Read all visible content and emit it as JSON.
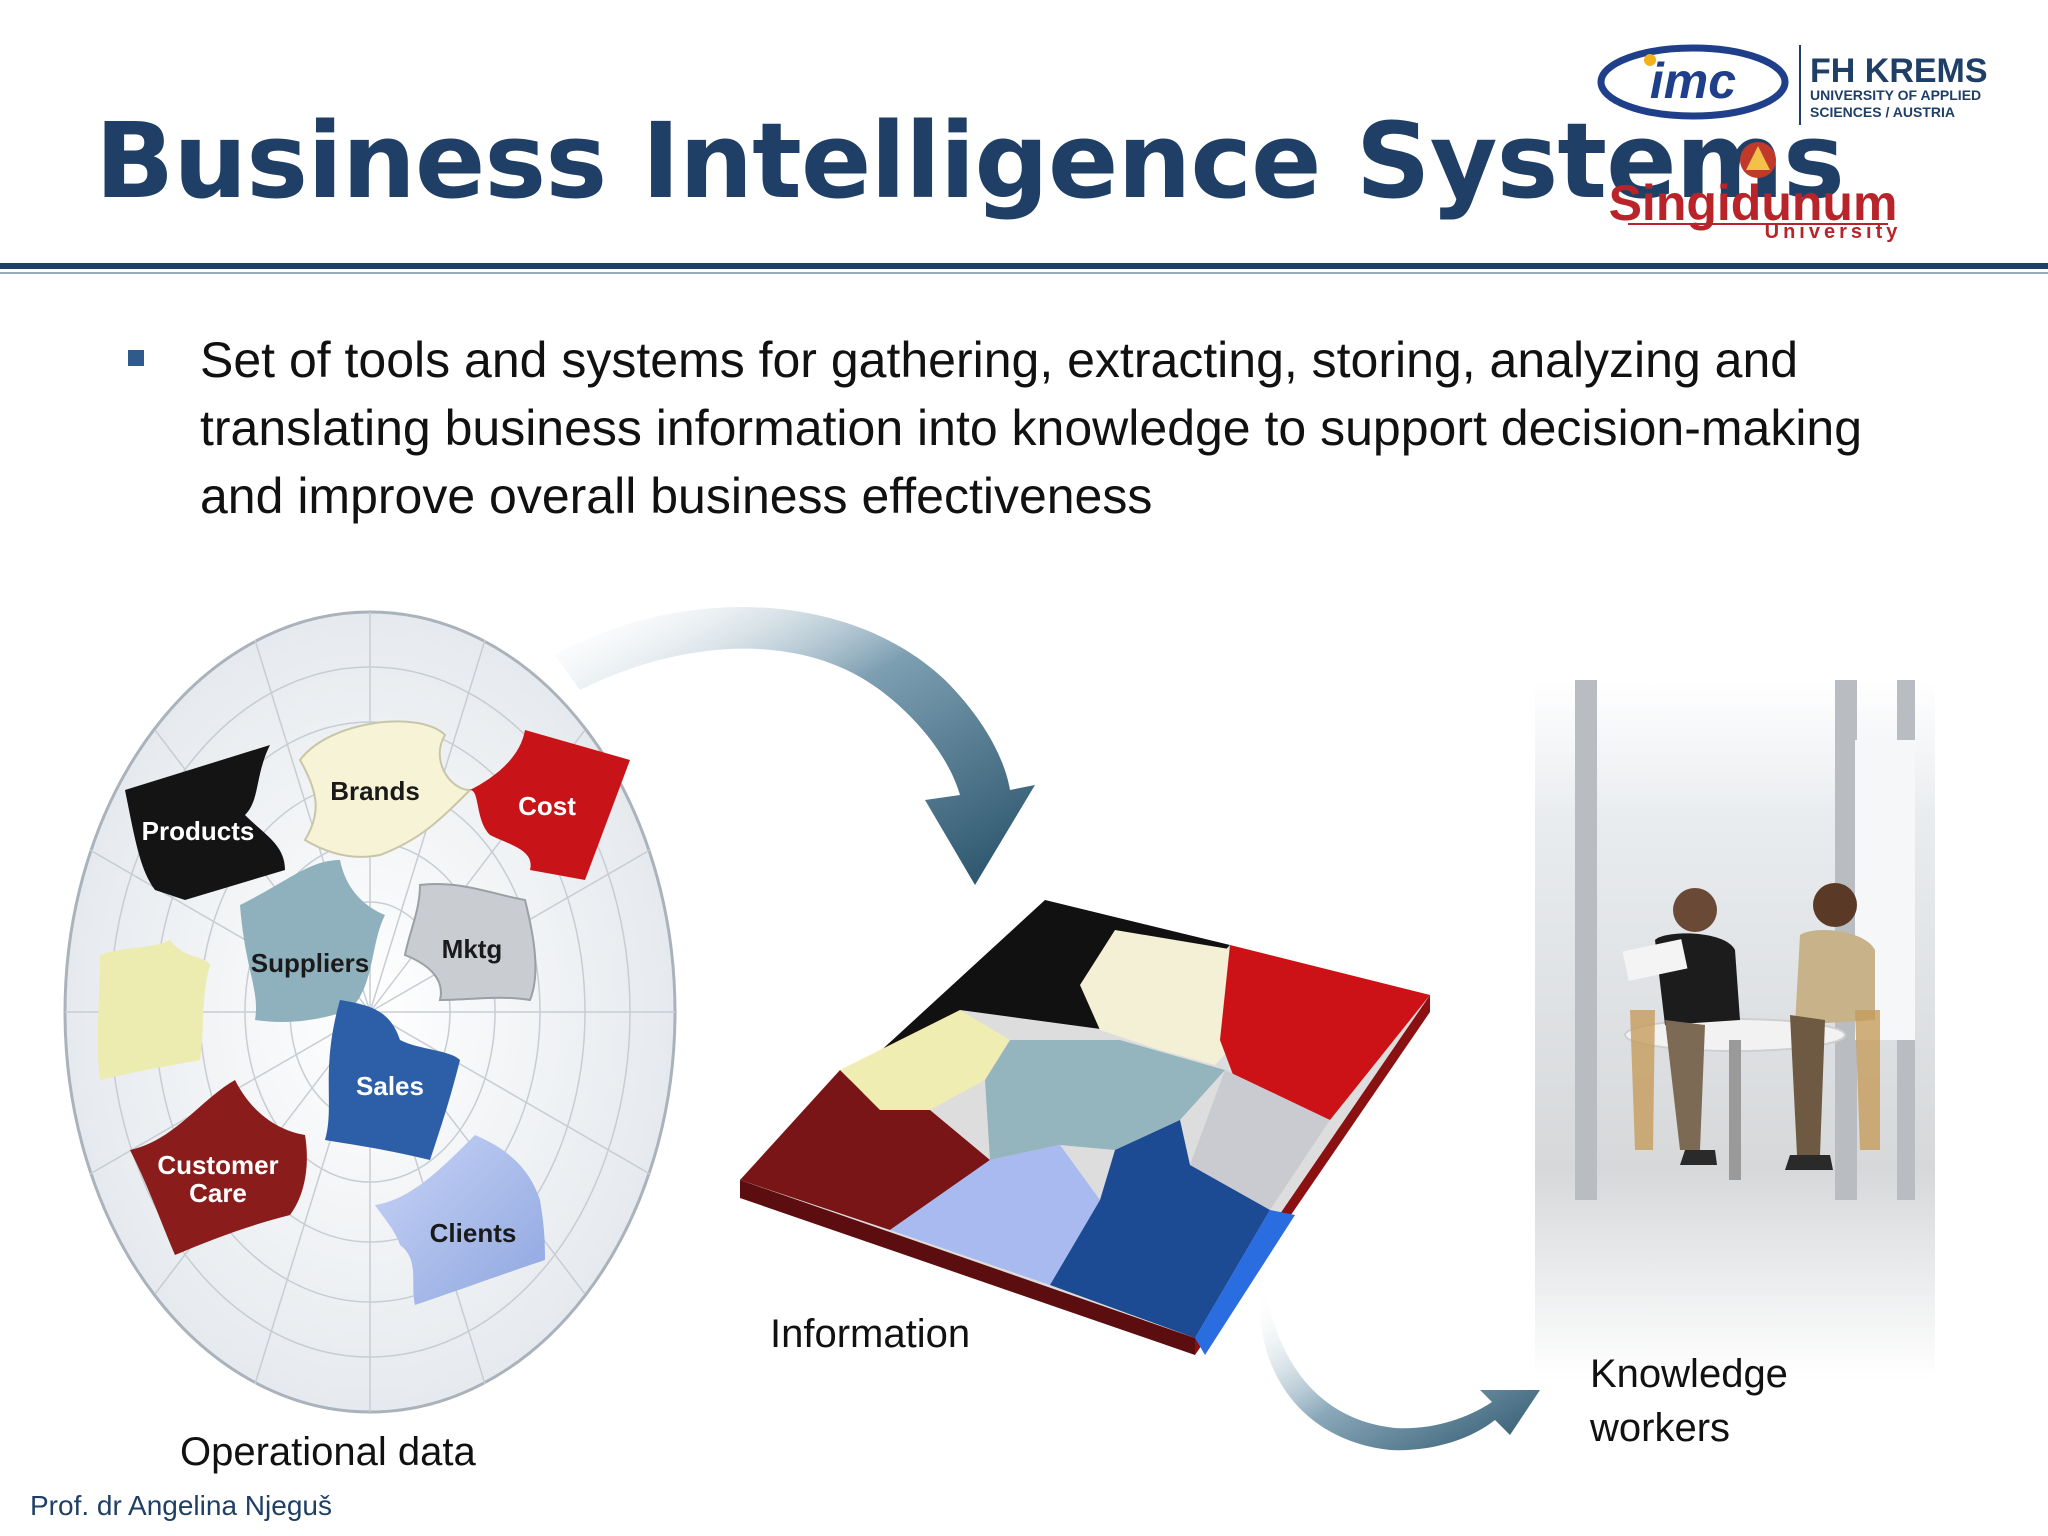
{
  "slide": {
    "title": "Business Intelligence Systems",
    "bullets": [
      "Set of tools and systems for gathering, extracting, storing, analyzing and translating business information into knowledge to support decision-making and improve overall business effectiveness"
    ],
    "footer": "Prof. dr Angelina Njeguš"
  },
  "logos": {
    "imc": "imc",
    "fh_krems_title": "FH KREMS",
    "fh_krems_sub1": "UNIVERSITY OF APPLIED",
    "fh_krems_sub2": "SCIENCES / AUSTRIA",
    "singidunum": "Singidunum",
    "singidunum_sub": "University"
  },
  "diagram": {
    "stage_labels": {
      "operational": "Operational data",
      "information": "Information",
      "knowledge_line1": "Knowledge",
      "knowledge_line2": "workers"
    },
    "pieces": [
      "Products",
      "Brands",
      "Cost",
      "Suppliers",
      "Mktg",
      "Sales",
      "Customer",
      "Care",
      "Clients"
    ]
  },
  "colors": {
    "title": "#1f3f66",
    "rule": "#1f3f66",
    "bullet": "#2f5b8a",
    "arrow": "#3f6a82"
  }
}
